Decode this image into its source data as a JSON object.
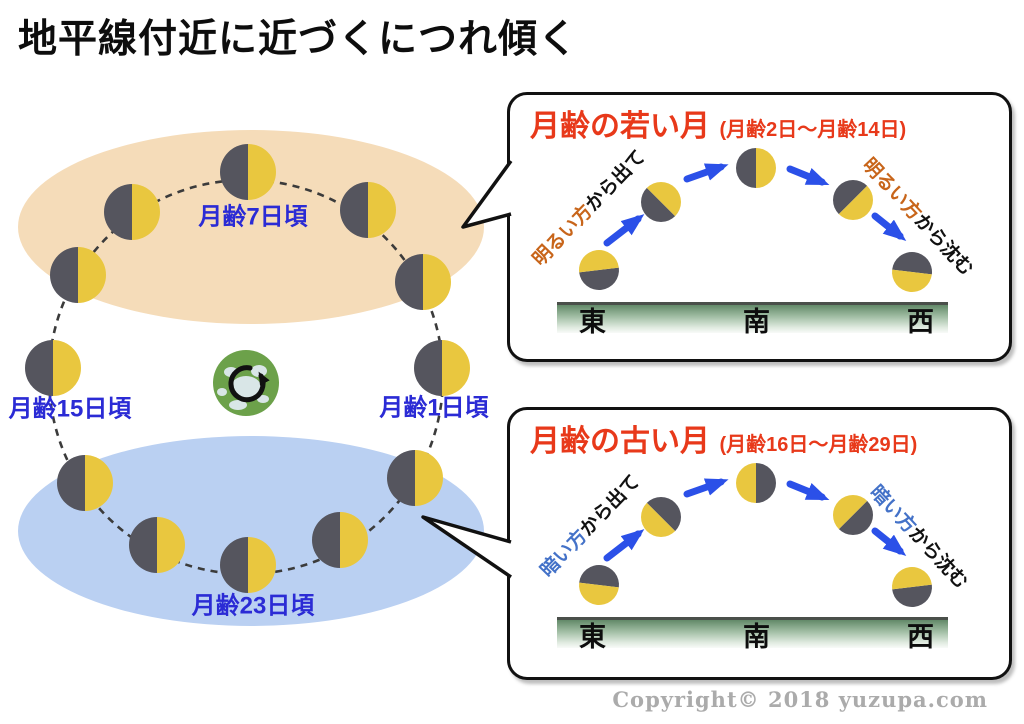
{
  "title": "地平線付近に近づくにつれ傾く",
  "copyright": "Copyright© 2018 yuzupa.com",
  "orbit": {
    "label_top": "月齢7日頃",
    "label_left": "月齢15日頃",
    "label_right": "月齢1日頃",
    "label_bottom": "月齢23日頃"
  },
  "panels": {
    "young": {
      "title": "月齢の若い月",
      "subtitle": "(月齢2日〜月齢14日)",
      "rise_highlight": "明るい方",
      "rise_rest": "から出て",
      "set_highlight": "明るい方",
      "set_rest": "から沈む",
      "east": "東",
      "south": "南",
      "west": "西"
    },
    "old": {
      "title": "月齢の古い月",
      "subtitle": "(月齢16日〜月齢29日)",
      "rise_highlight": "暗い方",
      "rise_rest": "から出て",
      "set_highlight": "暗い方",
      "set_rest": "から沈む",
      "east": "東",
      "south": "南",
      "west": "西"
    }
  },
  "colors": {
    "moon_bright": "#E9C73F",
    "moon_dark": "#55555E",
    "day_ellipse": "#F5DCB9",
    "night_ellipse": "#BAD0F2",
    "orbit_label_blue": "#2B2BD5",
    "panel_title_red": "#E8391A",
    "bright_side_orange": "#C8651A",
    "dark_side_blue": "#4472C8",
    "arrow_blue": "#2B50E8",
    "earth_green": "#6CA14A",
    "horizon_green": "#628968",
    "copyright_gray": "#ABABAB"
  }
}
